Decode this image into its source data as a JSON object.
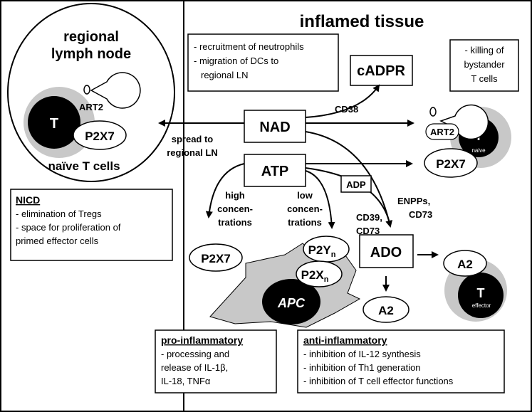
{
  "left_panel": {
    "lymph_node": {
      "title_line1": "regional",
      "title_line2": "lymph node",
      "t_cell_label": "T",
      "art2_label": "ART2",
      "p2x7_label": "P2X7",
      "naive_label": "naïve T cells"
    },
    "nicd_box": {
      "title": "NICD",
      "line1": "- elimination of Tregs",
      "line2": "- space for proliferation of",
      "line3": "primed effector cells"
    }
  },
  "right_panel": {
    "title": "inflamed tissue",
    "recruit_box": {
      "line1": "- recruitment of neutrophils",
      "line2": "- migration of DCs to",
      "line3": "regional LN"
    },
    "cadpr_label": "cADPR",
    "killing_box": {
      "line1": "- killing of",
      "line2": "bystander",
      "line3": "T cells"
    },
    "cd38_label": "CD38",
    "nad_label": "NAD",
    "atp_label": "ATP",
    "spread_line1": "spread to",
    "spread_line2": "regional LN",
    "naive_cell": {
      "t_label": "T",
      "naive_sub": "naive",
      "art2_label": "ART2",
      "p2x7_label": "P2X7"
    },
    "adp_label": "ADP",
    "enpps_line1": "ENPPs,",
    "enpps_line2": "CD73",
    "cd39_line1": "CD39,",
    "cd39_line2": "CD73",
    "high_conc": [
      "high",
      "concen-",
      "trations"
    ],
    "low_conc": [
      "low",
      "concen-",
      "trations"
    ],
    "apc": {
      "label": "APC",
      "p2x7_label": "P2X7",
      "p2y_label": "P2Y",
      "p2y_sub": "n",
      "p2x_label": "P2X",
      "p2x_sub": "n",
      "a2_label": "A2"
    },
    "ado_label": "ADO",
    "effector_cell": {
      "a2_label": "A2",
      "t_label": "T",
      "effector_sub": "effector"
    },
    "pro_box": {
      "title": "pro-inflammatory",
      "line1": "- processing and",
      "line2": "release  of IL-1β,",
      "line3": "IL-18, TNFα"
    },
    "anti_box": {
      "title": "anti-inflammatory",
      "line1": "- inhibition of IL-12 synthesis",
      "line2": "- inhibition of Th1 generation",
      "line3": "- inhibition of T cell effector functions"
    }
  }
}
